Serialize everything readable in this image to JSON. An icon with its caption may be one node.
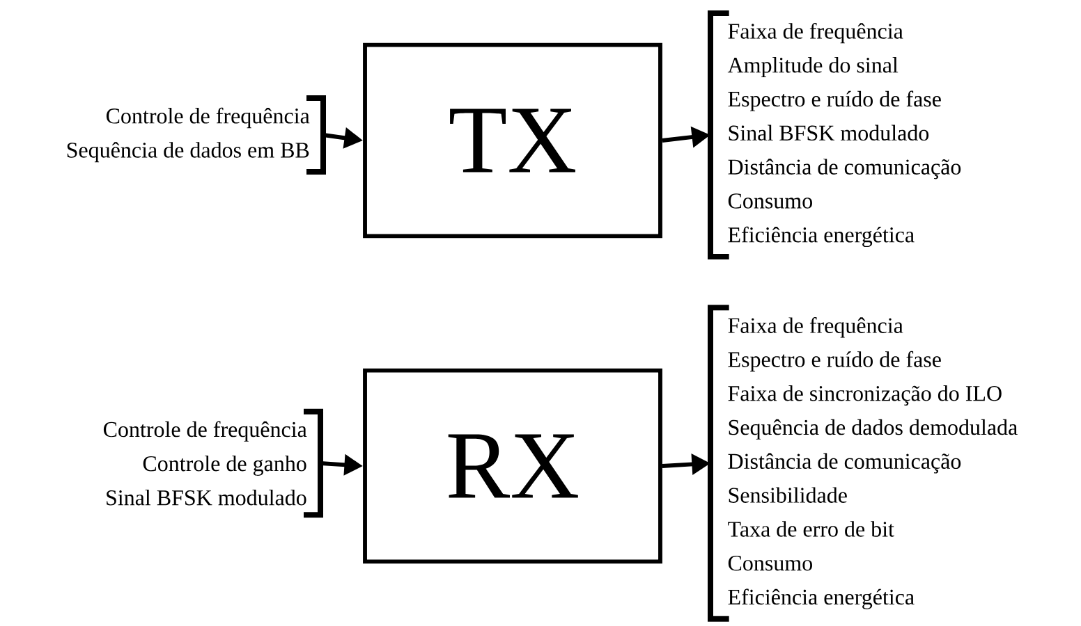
{
  "diagram": {
    "nodes": [
      {
        "text": [
          "Controle de frequência",
          "Sequência de dados em BB"
        ]
      },
      {
        "text": [
          "TX"
        ]
      },
      {
        "text": [
          "Faixa de frequência",
          "Amplitude do sinal",
          "Espectro e ruído de fase",
          "Sinal BFSK modulado",
          "Distância de comunicação",
          "Consumo",
          "Eficiência energética"
        ]
      },
      {
        "text": [
          "Controle de frequência",
          "Controle de ganho",
          "Sinal BFSK modulado"
        ]
      },
      {
        "text": [
          "RX"
        ]
      },
      {
        "text": [
          "Faixa de frequência",
          "Espectro e ruído de fase",
          "Faixa de sincronização do ILO",
          "Sequência de dados demodulada",
          "Distância de comunicação",
          "Sensibilidade",
          "Taxa de erro de bit",
          "Consumo",
          "Eficiência energética"
        ]
      }
    ],
    "edges": [
      {
        "from": 0,
        "to": 1,
        "arrow": "to"
      },
      {
        "from": 1,
        "to": 2,
        "arrow": "to"
      },
      {
        "from": 3,
        "to": 4,
        "arrow": "to"
      },
      {
        "from": 4,
        "to": 5,
        "arrow": "to"
      }
    ]
  }
}
